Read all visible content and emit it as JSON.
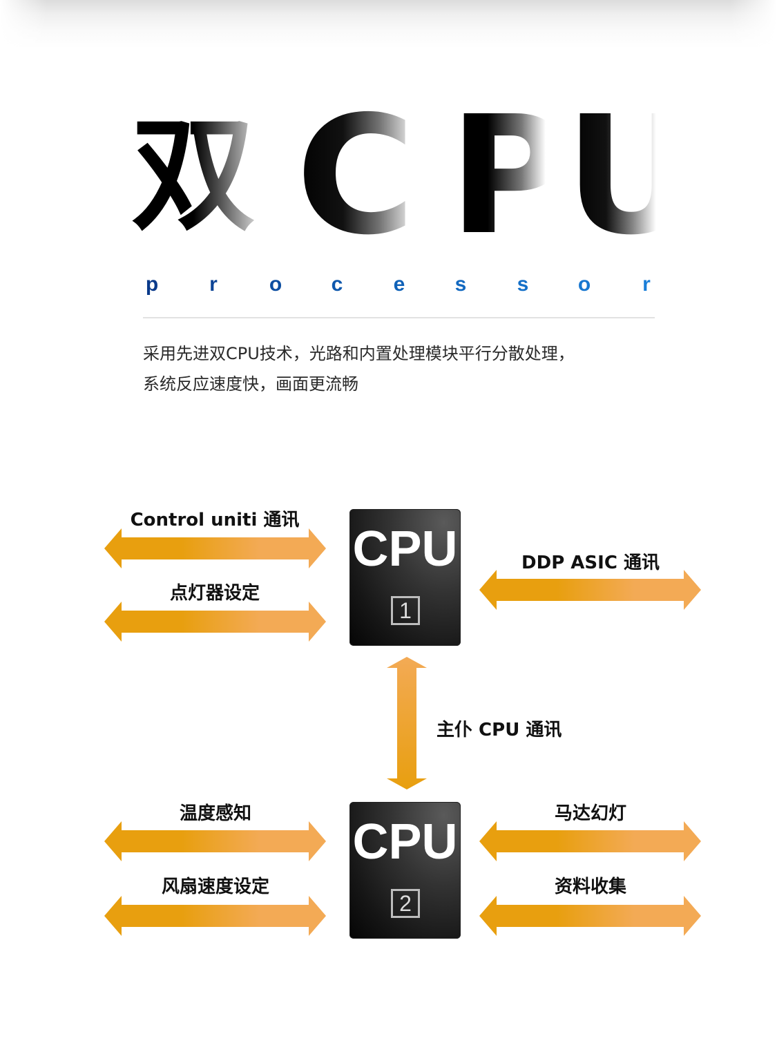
{
  "hero": {
    "title_chars": [
      "双",
      "C",
      "P",
      "U"
    ],
    "subtitle_letters": [
      "p",
      "r",
      "o",
      "c",
      "e",
      "s",
      "s",
      "o",
      "r"
    ],
    "subtitle_gradient": [
      "#0a3a8a",
      "#1062b8",
      "#1a7ed8"
    ],
    "description_lines": [
      "采用先进双CPU技术，光路和内置处理模块平行分散处理，",
      "系统反应速度快，画面更流畅"
    ]
  },
  "diagram": {
    "accent_colors": {
      "arrow_dark": "#E89F0F",
      "arrow_light": "#F3AA55"
    },
    "cpus": [
      {
        "label": "CPU",
        "number": "1"
      },
      {
        "label": "CPU",
        "number": "2"
      }
    ],
    "cpu1_left": [
      {
        "label": "Control uniti 通讯"
      },
      {
        "label": "点灯器设定"
      }
    ],
    "cpu1_right": [
      {
        "label": "DDP ASIC 通讯"
      }
    ],
    "link": {
      "label": "主仆 CPU 通讯"
    },
    "cpu2_left": [
      {
        "label": "温度感知"
      },
      {
        "label": "风扇速度设定"
      }
    ],
    "cpu2_right": [
      {
        "label": "马达幻灯"
      },
      {
        "label": "资料收集"
      }
    ]
  }
}
